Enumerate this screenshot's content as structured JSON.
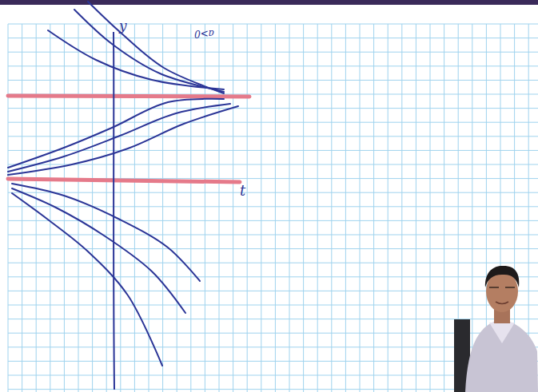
{
  "diagram": {
    "labels": [
      "y",
      "a>0",
      "t"
    ]
  }
}
